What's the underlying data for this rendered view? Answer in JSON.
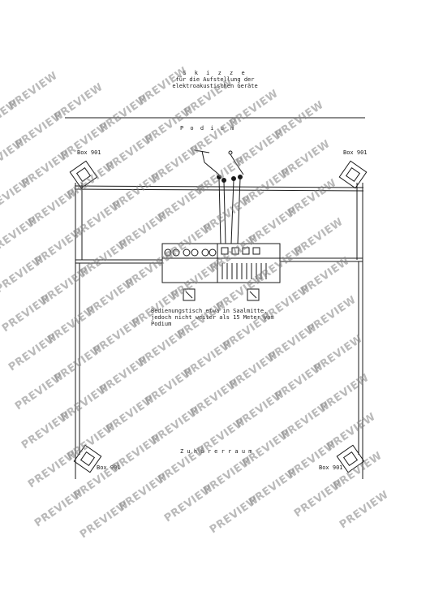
{
  "title": {
    "line1": "S k i z z e",
    "line2": "für die Aufstellung der",
    "line3": "elektroakustischen Geräte"
  },
  "stage_label": "P o d i u m",
  "hall_label": "Z u h ö r e r r a u m",
  "speakers": {
    "top_left": "Box 901",
    "top_right": "Box 901",
    "bottom_left": "Box 901",
    "bottom_right": "Box 901"
  },
  "note": {
    "line1": "Bedienungstisch etwa in Saalmitte,",
    "line2": "jedoch nicht weiter als 15 Meter vom",
    "line3": "Podium"
  },
  "watermark": "PREVIEW",
  "colors": {
    "ink": "#1a1a1a",
    "watermark": "#8a8a8a"
  }
}
